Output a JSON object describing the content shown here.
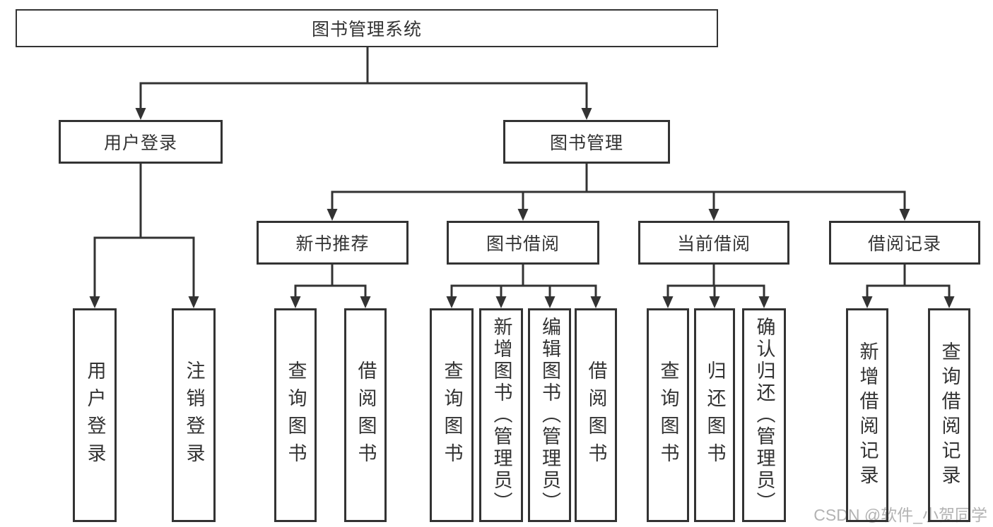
{
  "tree": {
    "root_label": "图书管理系统",
    "user_login": {
      "label": "用户登录",
      "children": [
        "用户登录",
        "注销登录"
      ]
    },
    "book_management": {
      "label": "图书管理",
      "new_books": {
        "label": "新书推荐",
        "children": [
          "查询图书",
          "借阅图书"
        ]
      },
      "borrowing": {
        "label": "图书借阅",
        "children": [
          "查询图书",
          "新增图书（管理员）",
          "编辑图书（管理员）",
          "借阅图书"
        ]
      },
      "current": {
        "label": "当前借阅",
        "children": [
          "查询图书",
          "归还图书",
          "确认归还（管理员）"
        ]
      },
      "records": {
        "label": "借阅记录",
        "children": [
          "新增借阅记录",
          "查询借阅记录"
        ]
      }
    }
  },
  "watermark": {
    "text": "CSDN @软件_小贺同学"
  },
  "colors": {
    "line": "#333333",
    "text": "#333333",
    "watermark": "#b3b3b3",
    "background": "#ffffff"
  }
}
